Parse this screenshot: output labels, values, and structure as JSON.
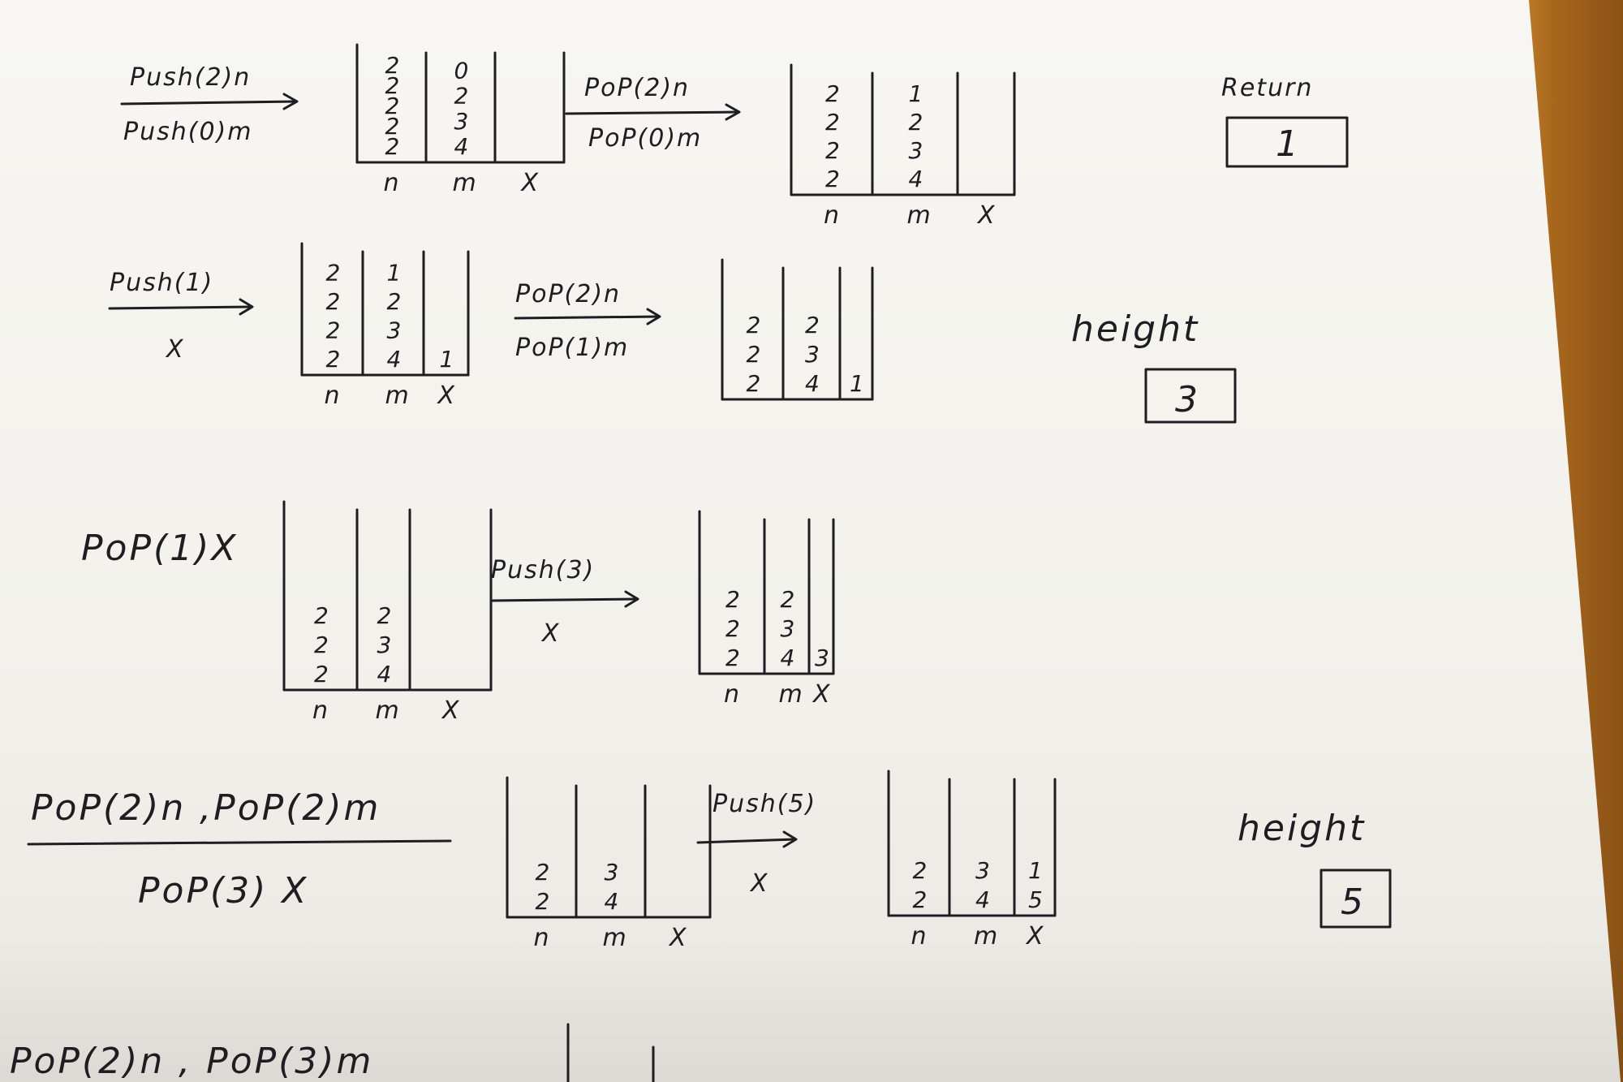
{
  "steps": [
    {
      "op_top": "Push(2)n",
      "op_bottom": "Push(0)m",
      "stacks": [
        {
          "label": "n",
          "items": [
            "2",
            "2",
            "2",
            "2",
            "2"
          ]
        },
        {
          "label": "m",
          "items": [
            "0",
            "2",
            "3",
            "4"
          ]
        },
        {
          "label": "X",
          "items": []
        }
      ]
    },
    {
      "op_top": "PoP(2)n",
      "op_bottom": "PoP(0)m",
      "stacks": [
        {
          "label": "n",
          "items": [
            "2",
            "2",
            "2",
            "2"
          ]
        },
        {
          "label": "m",
          "items": [
            "1",
            "2",
            "3",
            "4"
          ]
        },
        {
          "label": "X",
          "items": []
        }
      ]
    },
    {
      "op_top": "Push(1)",
      "op_bottom": "X",
      "stacks": [
        {
          "label": "n",
          "items": [
            "2",
            "2",
            "2",
            "2"
          ]
        },
        {
          "label": "m",
          "items": [
            "1",
            "2",
            "3",
            "4"
          ]
        },
        {
          "label": "X",
          "items": [
            "1"
          ]
        }
      ]
    },
    {
      "op_top": "PoP(2)n",
      "op_bottom": "PoP(1)m",
      "stacks": [
        {
          "label": "",
          "items": [
            "2",
            "2",
            "2"
          ]
        },
        {
          "label": "",
          "items": [
            "2",
            "3",
            "4"
          ]
        },
        {
          "label": "",
          "items": [
            "1"
          ]
        }
      ]
    },
    {
      "op_top": "PoP(1)X",
      "op_bottom": "",
      "stacks": [
        {
          "label": "n",
          "items": [
            "2",
            "2",
            "2"
          ]
        },
        {
          "label": "m",
          "items": [
            "2",
            "3",
            "4"
          ]
        },
        {
          "label": "X",
          "items": []
        }
      ]
    },
    {
      "op_top": "Push(3)",
      "op_bottom": "X",
      "stacks": [
        {
          "label": "n",
          "items": [
            "2",
            "2",
            "2"
          ]
        },
        {
          "label": "m",
          "items": [
            "2",
            "3",
            "4"
          ]
        },
        {
          "label": "X",
          "items": [
            "3"
          ]
        }
      ]
    },
    {
      "op_top": "PoP(2)n ,PoP(2)m",
      "op_bottom": "PoP(3) X",
      "stacks": [
        {
          "label": "n",
          "items": [
            "2",
            "2"
          ]
        },
        {
          "label": "m",
          "items": [
            "3",
            "4"
          ]
        },
        {
          "label": "X",
          "items": []
        }
      ]
    },
    {
      "op_top": "Push(5)",
      "op_bottom": "X",
      "stacks": [
        {
          "label": "n",
          "items": [
            "2",
            "2"
          ]
        },
        {
          "label": "m",
          "items": [
            "3",
            "4"
          ]
        },
        {
          "label": "X",
          "items": [
            "1",
            "5"
          ]
        }
      ]
    }
  ],
  "results": [
    {
      "label": "Return",
      "value": "1"
    },
    {
      "label": "height",
      "value": "3"
    },
    {
      "label": "height",
      "value": "5"
    }
  ],
  "cutoff_text": "PoP(2)n , PoP(3)m"
}
